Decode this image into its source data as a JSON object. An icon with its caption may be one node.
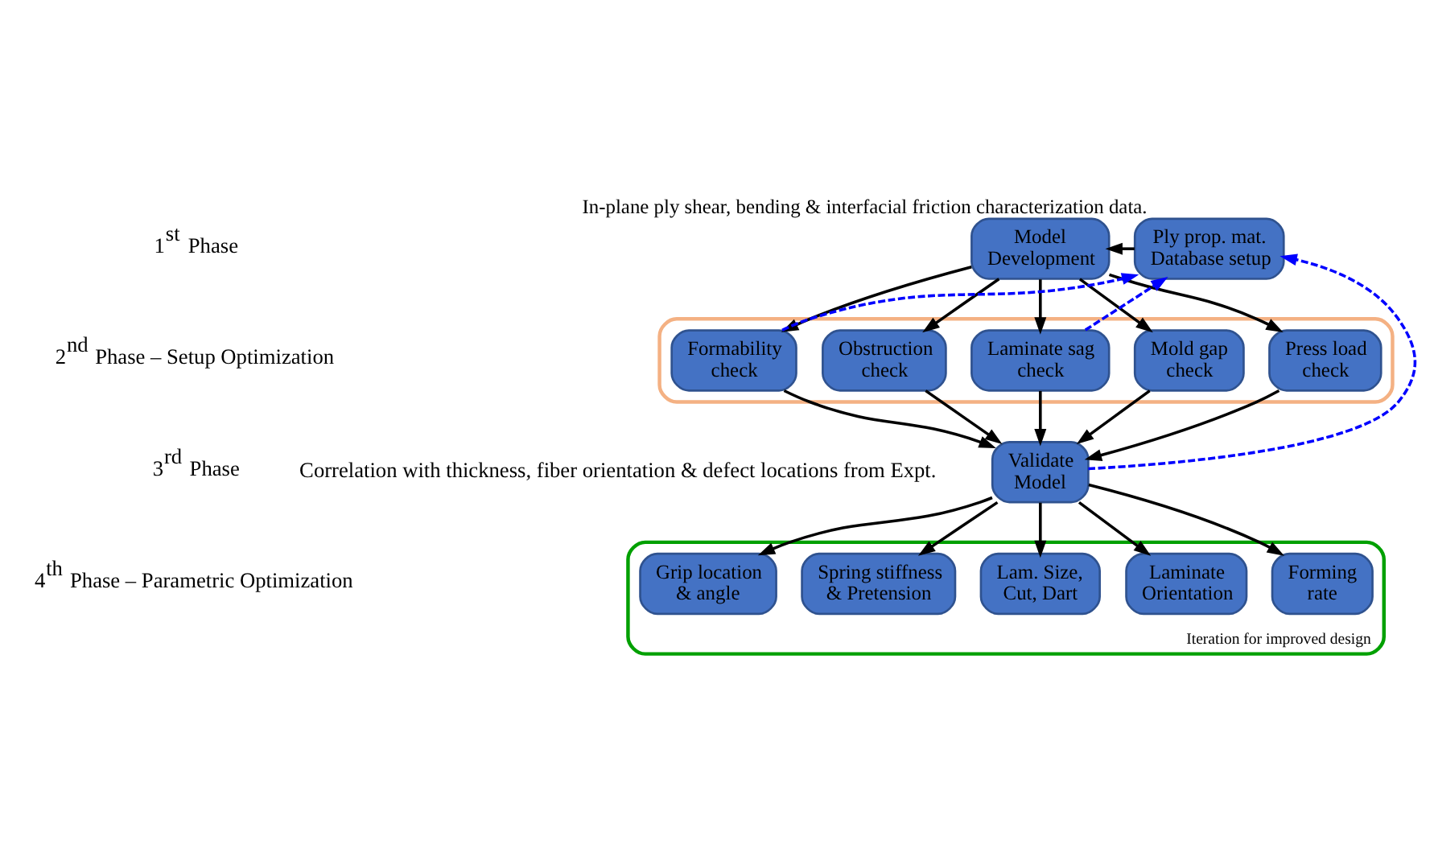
{
  "diagram": {
    "nodes": [
      {
        "text": [
          "Model Development"
        ]
      },
      {
        "text": [
          "Ply prop. mat. Database setup"
        ],
        "beside": [
          "In-plane ply shear, bending & interfacial friction characterization data."
        ]
      },
      {
        "text": [],
        "shape": "box"
      },
      {
        "text": [
          "Press load check"
        ],
        "in": 2
      },
      {
        "text": [
          "Mold gap check"
        ],
        "in": 2
      },
      {
        "text": [
          "Laminate sag check"
        ],
        "in": 2
      },
      {
        "text": [
          "Obstruction check"
        ],
        "in": 2
      },
      {
        "text": [
          "Formability check"
        ],
        "in": 2
      },
      {
        "text": [
          "Validate Model"
        ]
      },
      {
        "text": [
          "Iteration for improved design"
        ]
      },
      {
        "text": [
          "Forming rate"
        ],
        "in": 9
      },
      {
        "text": [
          "Laminate Orientation"
        ],
        "in": 9
      },
      {
        "text": [
          "Lam. Size, Cut, Dart"
        ],
        "in": 9
      },
      {
        "text": [
          "Spring stiffness & Pretension"
        ],
        "in": 9
      },
      {
        "text": [
          "Grip location & angle"
        ],
        "in": 9
      }
    ],
    "edges": [
      {
        "from": 1,
        "to": 0,
        "arrow": "to"
      },
      {
        "from": 0,
        "to": 3,
        "arrow": "to"
      },
      {
        "from": 0,
        "to": 4,
        "arrow": "to"
      },
      {
        "from": 0,
        "to": 5,
        "arrow": "to"
      },
      {
        "from": 0,
        "to": 6,
        "arrow": "to"
      },
      {
        "from": 0,
        "to": 7,
        "arrow": "to"
      },
      {
        "from": 5,
        "to": 1,
        "arrow": "to",
        "style": "dashed",
        "color": "#0000ff"
      },
      {
        "from": 7,
        "to": 1,
        "arrow": "to",
        "style": "dashed",
        "color": "#0000ff"
      },
      {
        "from": 3,
        "to": 8,
        "arrow": "to"
      },
      {
        "from": 4,
        "to": 8,
        "arrow": "to"
      },
      {
        "from": 5,
        "to": 8,
        "arrow": "to"
      },
      {
        "from": 6,
        "to": 8,
        "arrow": "to"
      },
      {
        "from": 7,
        "to": 8,
        "arrow": "to"
      },
      {
        "from": 8,
        "to": 1,
        "arrow": "to",
        "style": "dashed",
        "color": "#0000ff"
      },
      {
        "from": 8,
        "to": 10,
        "arrow": "to"
      },
      {
        "from": 8,
        "to": 11,
        "arrow": "to"
      },
      {
        "from": 8,
        "to": 12,
        "arrow": "to"
      },
      {
        "from": 8,
        "to": 13,
        "arrow": "to"
      },
      {
        "from": 8,
        "to": 14,
        "arrow": "to"
      }
    ],
    "labels": [
      "1$^{st}$ Phase",
      "2$^{nd}$ Phase – Setup Optimization",
      "Correlation with thickness, fiber orientation & defect locations from Expt.",
      "3$^{rd}$ Phase",
      "4$^{th}$ Phase – Parametric Optimization"
    ]
  }
}
